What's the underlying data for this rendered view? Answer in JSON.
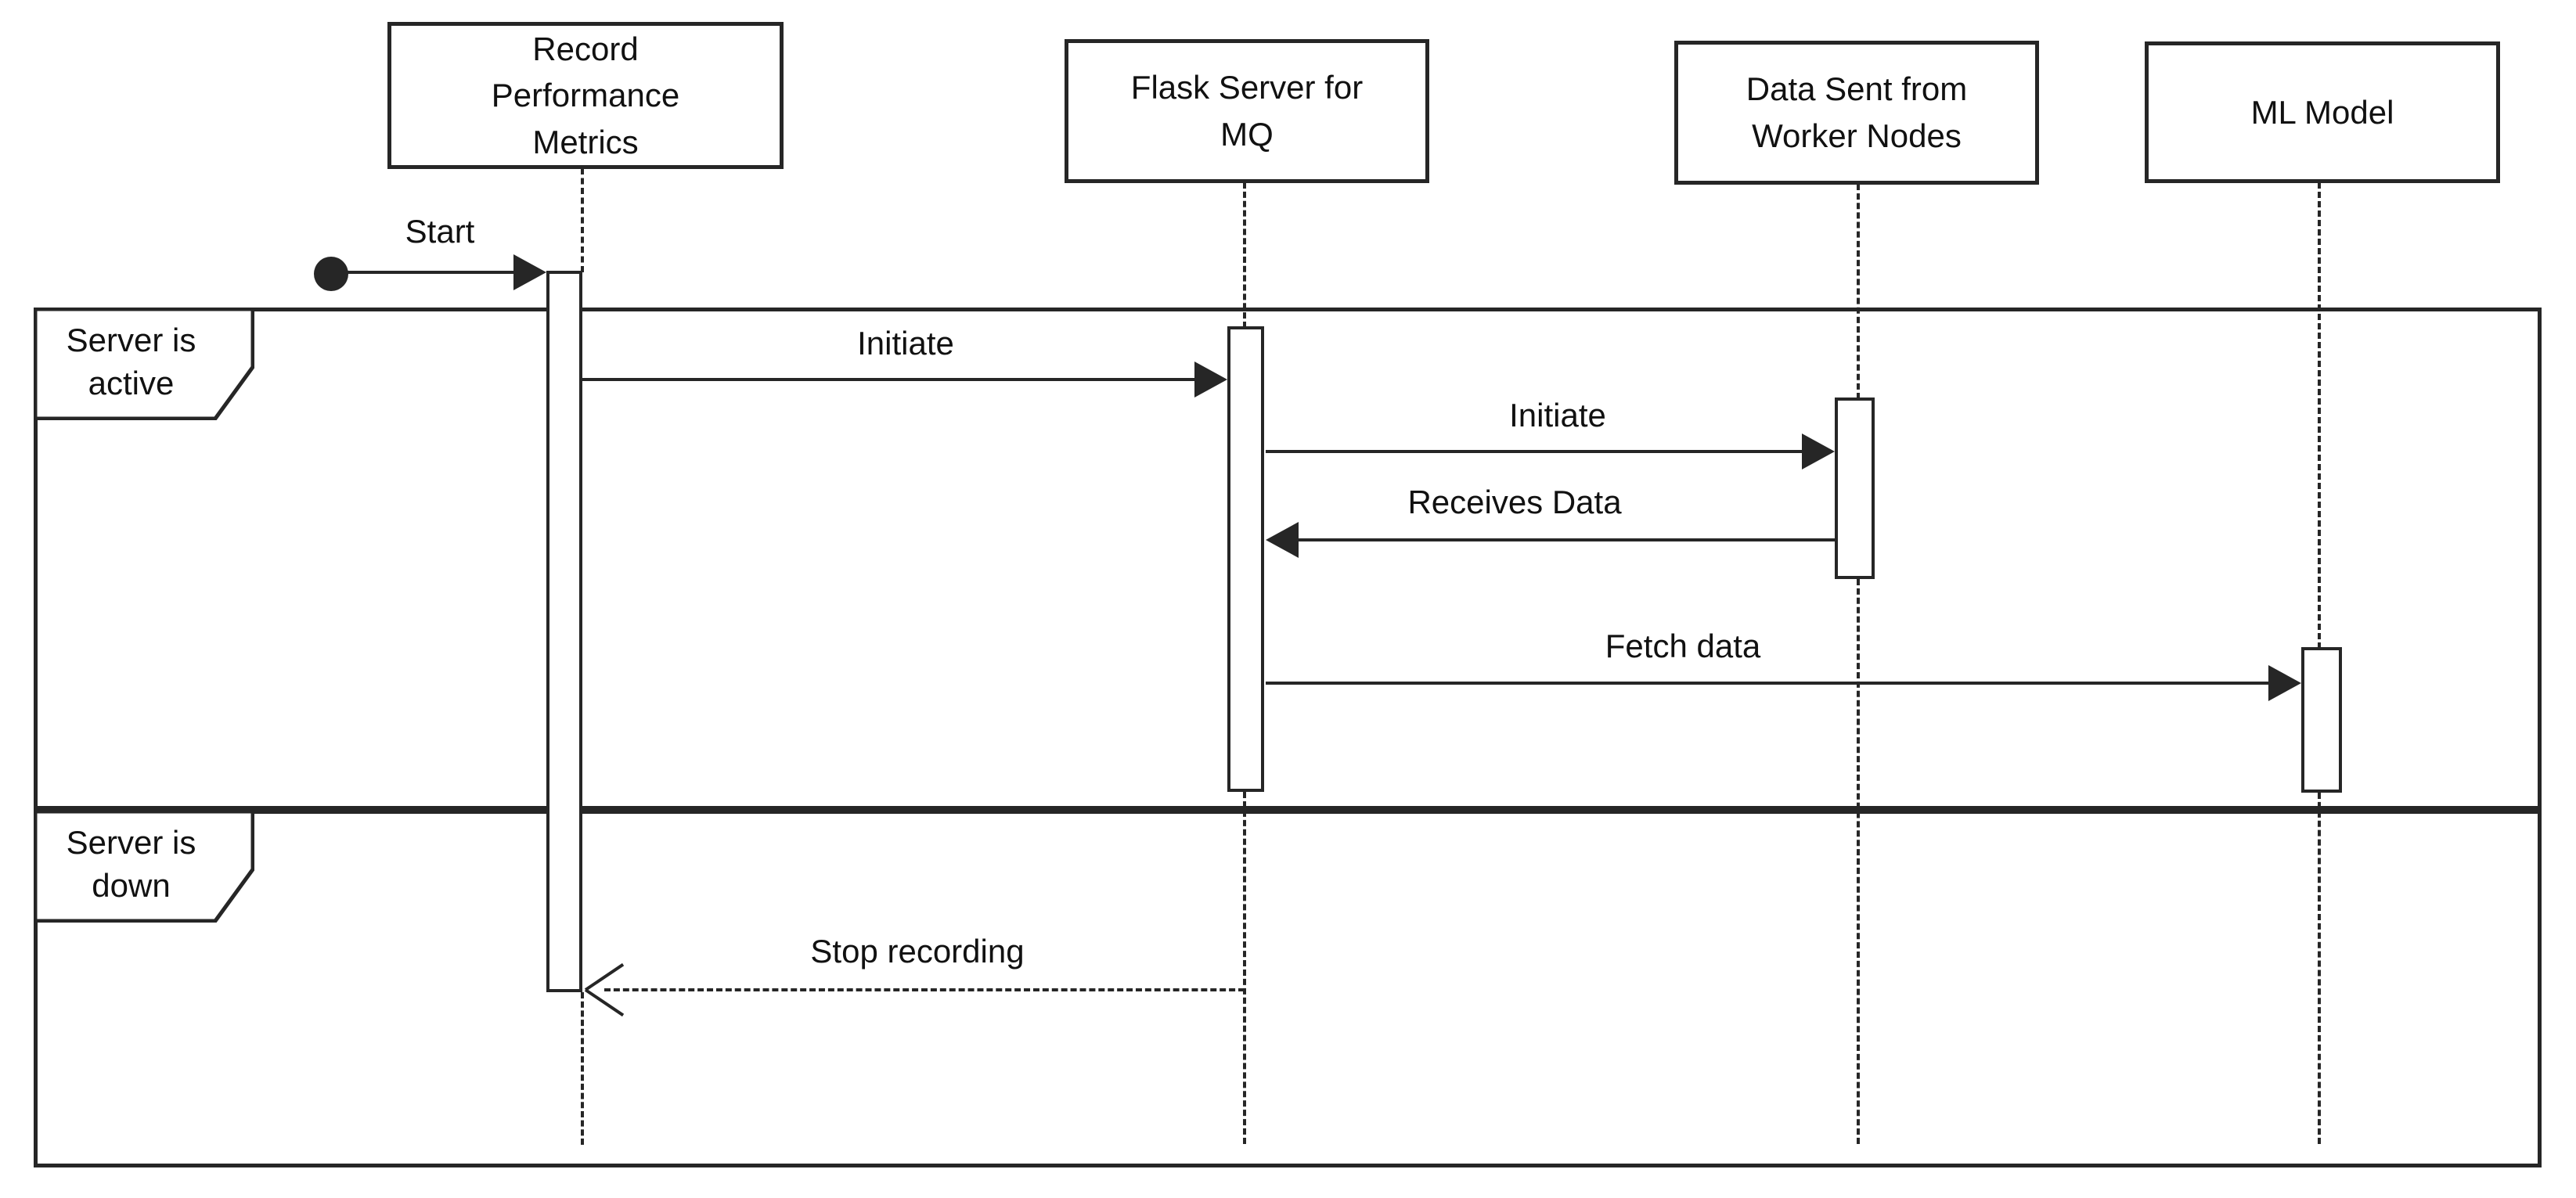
{
  "diagram": {
    "type": "uml-sequence-diagram",
    "actors": [
      {
        "label": "Record Performance Metrics"
      },
      {
        "label": "Flask Server for MQ"
      },
      {
        "label": "Data Sent from Worker Nodes"
      },
      {
        "label": "ML Model"
      }
    ],
    "fragments": [
      {
        "label": "Server is active"
      },
      {
        "label": "Server is down"
      }
    ],
    "messages": [
      {
        "label": "Start",
        "line": "solid",
        "arrow": "filled",
        "from": "start-node",
        "to": "Record Performance Metrics"
      },
      {
        "label": "Initiate",
        "line": "solid",
        "arrow": "filled",
        "from": "Record Performance Metrics",
        "to": "Flask Server for MQ"
      },
      {
        "label": "Initiate",
        "line": "solid",
        "arrow": "filled",
        "from": "Flask Server for MQ",
        "to": "Data Sent from Worker Nodes"
      },
      {
        "label": "Receives Data",
        "line": "solid",
        "arrow": "filled",
        "from": "Data Sent from Worker Nodes",
        "to": "Flask Server for MQ"
      },
      {
        "label": "Fetch data",
        "line": "solid",
        "arrow": "filled",
        "from": "Flask Server for MQ",
        "to": "ML Model"
      },
      {
        "label": "Stop recording",
        "line": "dashed",
        "arrow": "open",
        "from": "Flask Server for MQ",
        "to": "Record Performance Metrics"
      }
    ],
    "colors": {
      "line": "#262626",
      "fill": "#ffffff",
      "text": "#111111",
      "background": "#ffffff"
    }
  }
}
